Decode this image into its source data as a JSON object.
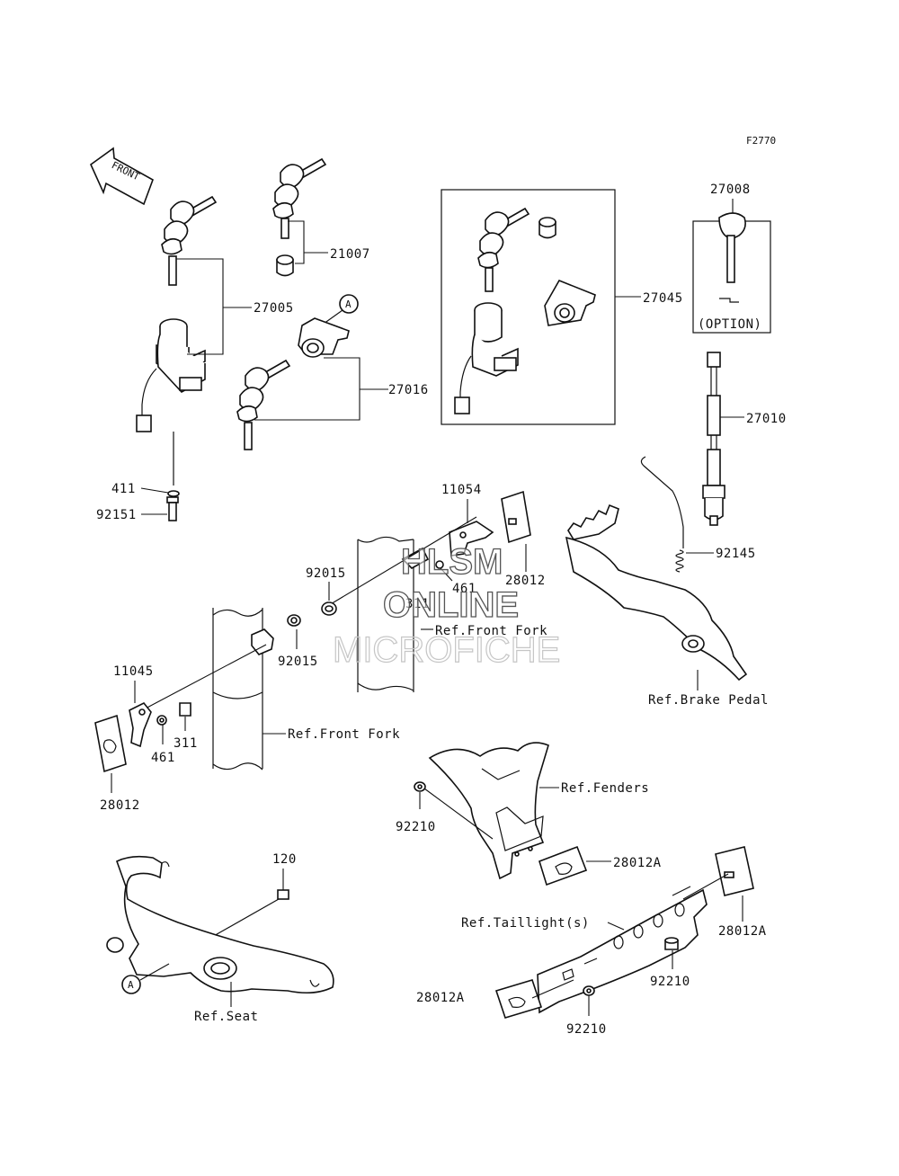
{
  "figure_code": "F2770",
  "front_arrow_text": "FRONT",
  "callout_letter": "A",
  "option_text": "(OPTION)",
  "labels": {
    "p27008": "27008",
    "p21007": "21007",
    "p27005": "27005",
    "p27045": "27045",
    "p27016": "27016",
    "p27010": "27010",
    "p411": "411",
    "p92151": "92151",
    "p11054": "11054",
    "p92015_top": "92015",
    "p461_top": "461",
    "p28012_top": "28012",
    "p311_top": "311",
    "p92145": "92145",
    "ref_front_fork_top": "Ref.Front Fork",
    "p92015_mid": "92015",
    "ref_brake_pedal": "Ref.Brake Pedal",
    "p11045": "11045",
    "p311_left": "311",
    "p461_left": "461",
    "ref_front_fork_left": "Ref.Front Fork",
    "p28012_left": "28012",
    "ref_fenders": "Ref.Fenders",
    "p92210_left": "92210",
    "p28012A_mid": "28012A",
    "p120": "120",
    "ref_taillight": "Ref.Taillight(s)",
    "p28012A_right": "28012A",
    "p92210_right": "92210",
    "ref_seat": "Ref.Seat",
    "p28012A_bottom": "28012A",
    "p92210_bottom": "92210"
  },
  "watermark": {
    "line1": "HLSM",
    "line2": "ONLINE",
    "line3": "MICROFICHE"
  }
}
